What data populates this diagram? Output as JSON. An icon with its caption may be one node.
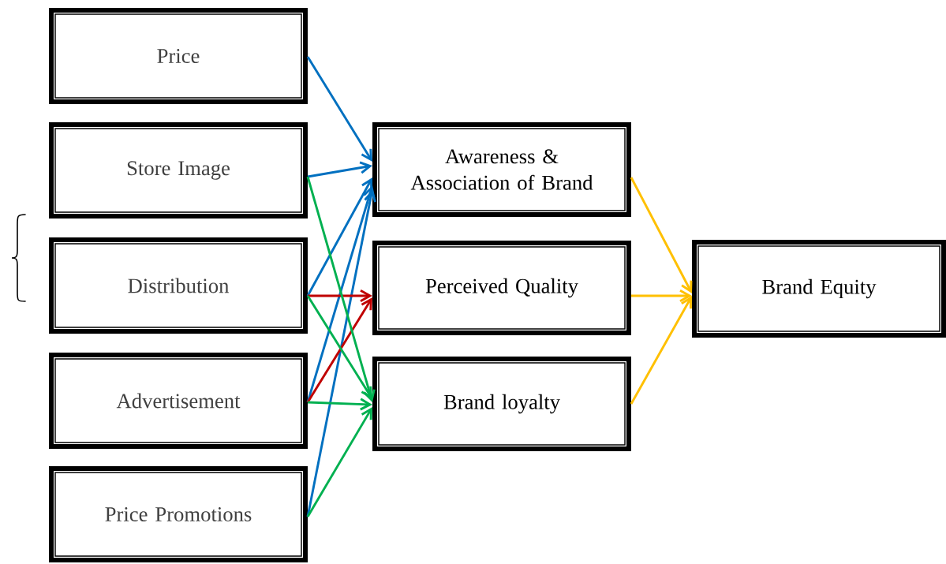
{
  "diagram": {
    "nodes": [
      {
        "text": [
          "Price"
        ]
      },
      {
        "text": [
          "Store Image"
        ]
      },
      {
        "text": [
          "Distribution"
        ]
      },
      {
        "text": [
          "Advertisement"
        ]
      },
      {
        "text": [
          "Price Promotions"
        ]
      },
      {
        "text": [
          "Awareness & Association of Brand"
        ]
      },
      {
        "text": [
          "Perceived Quality"
        ]
      },
      {
        "text": [
          "Brand loyalty"
        ]
      },
      {
        "text": [
          "Brand Equity"
        ]
      }
    ],
    "edges": [
      {
        "from": 0,
        "to": 5,
        "arrow": "to",
        "color": "#0070c0"
      },
      {
        "from": 1,
        "to": 5,
        "arrow": "to",
        "color": "#0070c0"
      },
      {
        "from": 2,
        "to": 5,
        "arrow": "to",
        "color": "#0070c0"
      },
      {
        "from": 3,
        "to": 5,
        "arrow": "to",
        "color": "#0070c0"
      },
      {
        "from": 4,
        "to": 5,
        "arrow": "to",
        "color": "#0070c0"
      },
      {
        "from": 2,
        "to": 6,
        "arrow": "to",
        "color": "#c00000"
      },
      {
        "from": 3,
        "to": 6,
        "arrow": "to",
        "color": "#c00000"
      },
      {
        "from": 1,
        "to": 7,
        "arrow": "to",
        "color": "#00b050"
      },
      {
        "from": 2,
        "to": 7,
        "arrow": "to",
        "color": "#00b050"
      },
      {
        "from": 3,
        "to": 7,
        "arrow": "to",
        "color": "#00b050"
      },
      {
        "from": 4,
        "to": 7,
        "arrow": "to",
        "color": "#00b050"
      },
      {
        "from": 5,
        "to": 8,
        "arrow": "to",
        "color": "#ffc000"
      },
      {
        "from": 6,
        "to": 8,
        "arrow": "to",
        "color": "#ffc000"
      },
      {
        "from": 7,
        "to": 8,
        "arrow": "to",
        "color": "#ffc000"
      }
    ]
  }
}
